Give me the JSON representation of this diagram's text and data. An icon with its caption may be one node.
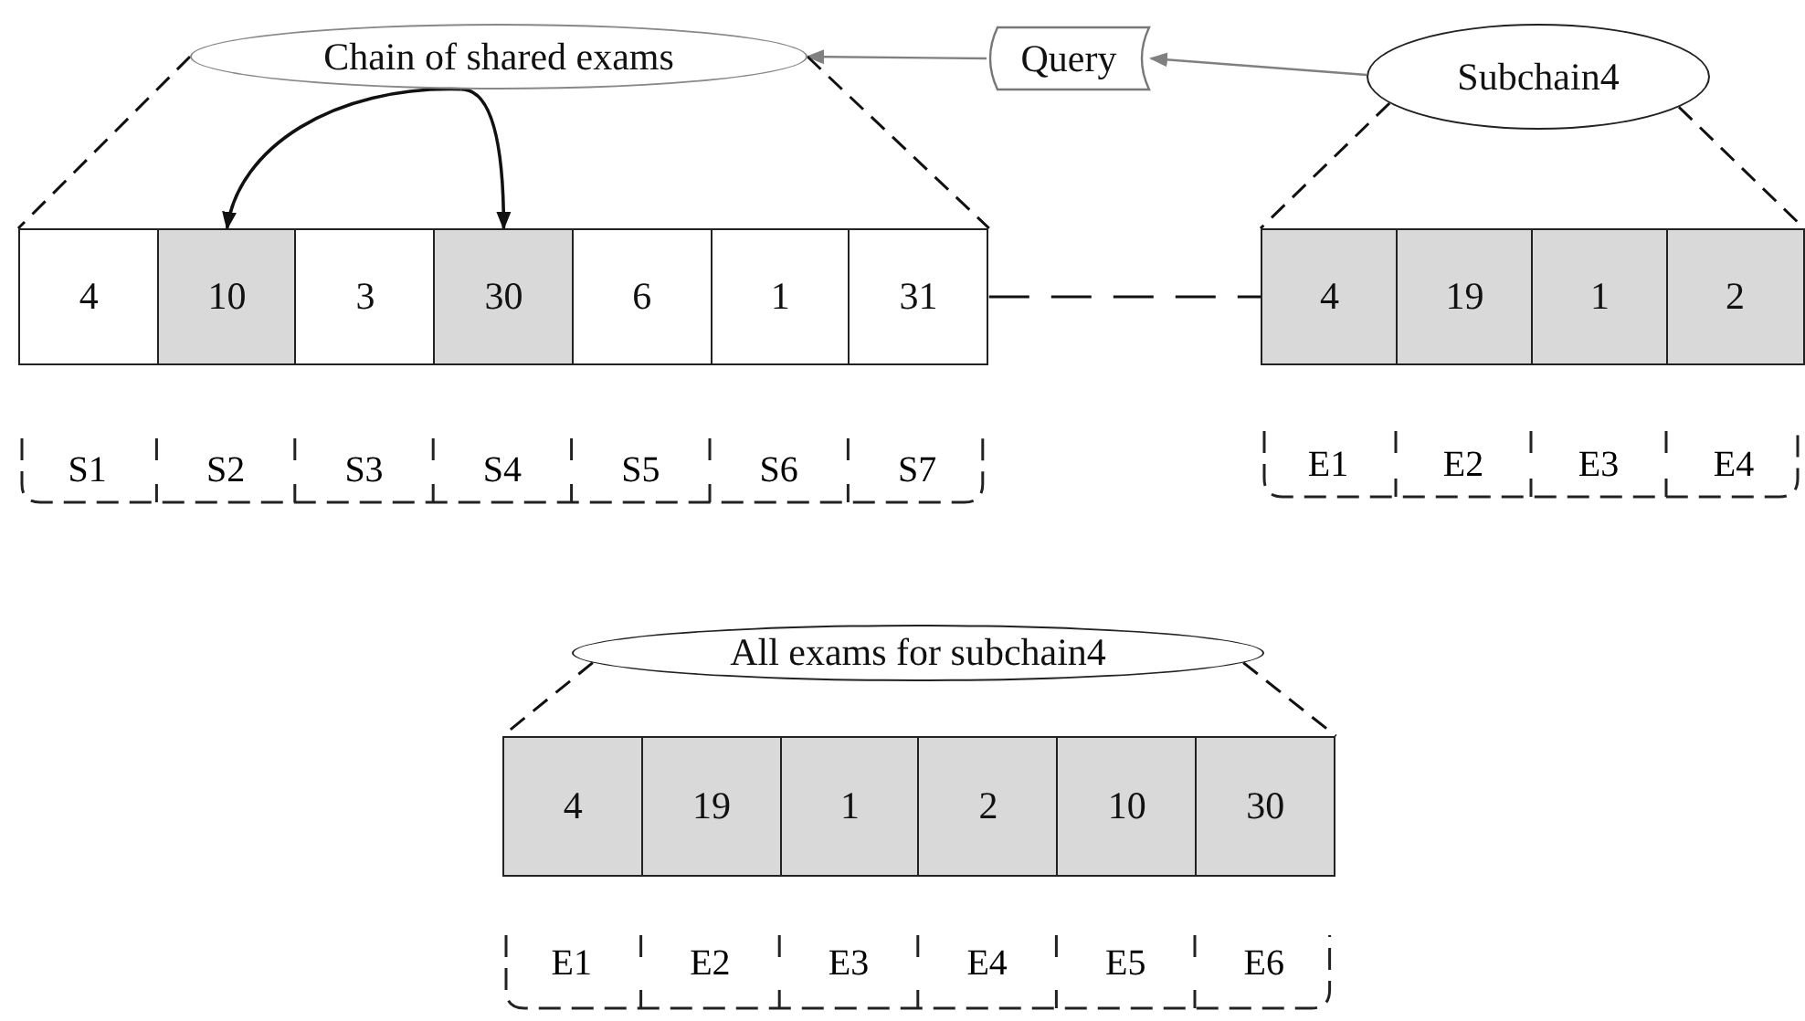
{
  "diagram": {
    "nodes": [
      {
        "text": [
          "Chain of shared exams"
        ]
      },
      {
        "text": [
          "Query"
        ]
      },
      {
        "text": [
          "Subchain4"
        ]
      },
      {
        "text": [
          "4"
        ]
      },
      {
        "text": [
          "10"
        ]
      },
      {
        "text": [
          "3"
        ]
      },
      {
        "text": [
          "30"
        ]
      },
      {
        "text": [
          "6"
        ]
      },
      {
        "text": [
          "1"
        ]
      },
      {
        "text": [
          "31"
        ]
      },
      {
        "text": [
          "4"
        ]
      },
      {
        "text": [
          "19"
        ]
      },
      {
        "text": [
          "1"
        ]
      },
      {
        "text": [
          "2"
        ]
      },
      {
        "text": [
          "All exams for subchain4"
        ]
      },
      {
        "text": [
          "4"
        ]
      },
      {
        "text": [
          "19"
        ]
      },
      {
        "text": [
          "1"
        ]
      },
      {
        "text": [
          "2"
        ]
      },
      {
        "text": [
          "10"
        ]
      },
      {
        "text": [
          "30"
        ]
      }
    ],
    "edges": [
      {
        "from": 2,
        "to": 1,
        "arrow": "to",
        "color": "#808080"
      },
      {
        "from": 1,
        "to": 0,
        "arrow": "to",
        "color": "#808080"
      },
      {
        "from": 0,
        "to": 4,
        "arrow": "to"
      },
      {
        "from": 0,
        "to": 6,
        "arrow": "to"
      },
      {
        "from": 9,
        "to": 10,
        "arrow": "none",
        "style": "dashed"
      },
      {
        "from": 0,
        "to": 3,
        "arrow": "none",
        "style": "dashed"
      },
      {
        "from": 0,
        "to": 9,
        "arrow": "none",
        "style": "dashed"
      },
      {
        "from": 2,
        "to": 10,
        "arrow": "none",
        "style": "dashed"
      },
      {
        "from": 2,
        "to": 13,
        "arrow": "none",
        "style": "dashed"
      },
      {
        "from": 14,
        "to": 15,
        "arrow": "none",
        "style": "dashed"
      },
      {
        "from": 14,
        "to": 20,
        "arrow": "none",
        "style": "dashed"
      }
    ],
    "labels": [
      "S1",
      "S2",
      "S3",
      "S4",
      "S5",
      "S6",
      "S7",
      "E1",
      "E2",
      "E3",
      "E4",
      "E1",
      "E2",
      "E3",
      "E4",
      "E5",
      "E6"
    ]
  }
}
